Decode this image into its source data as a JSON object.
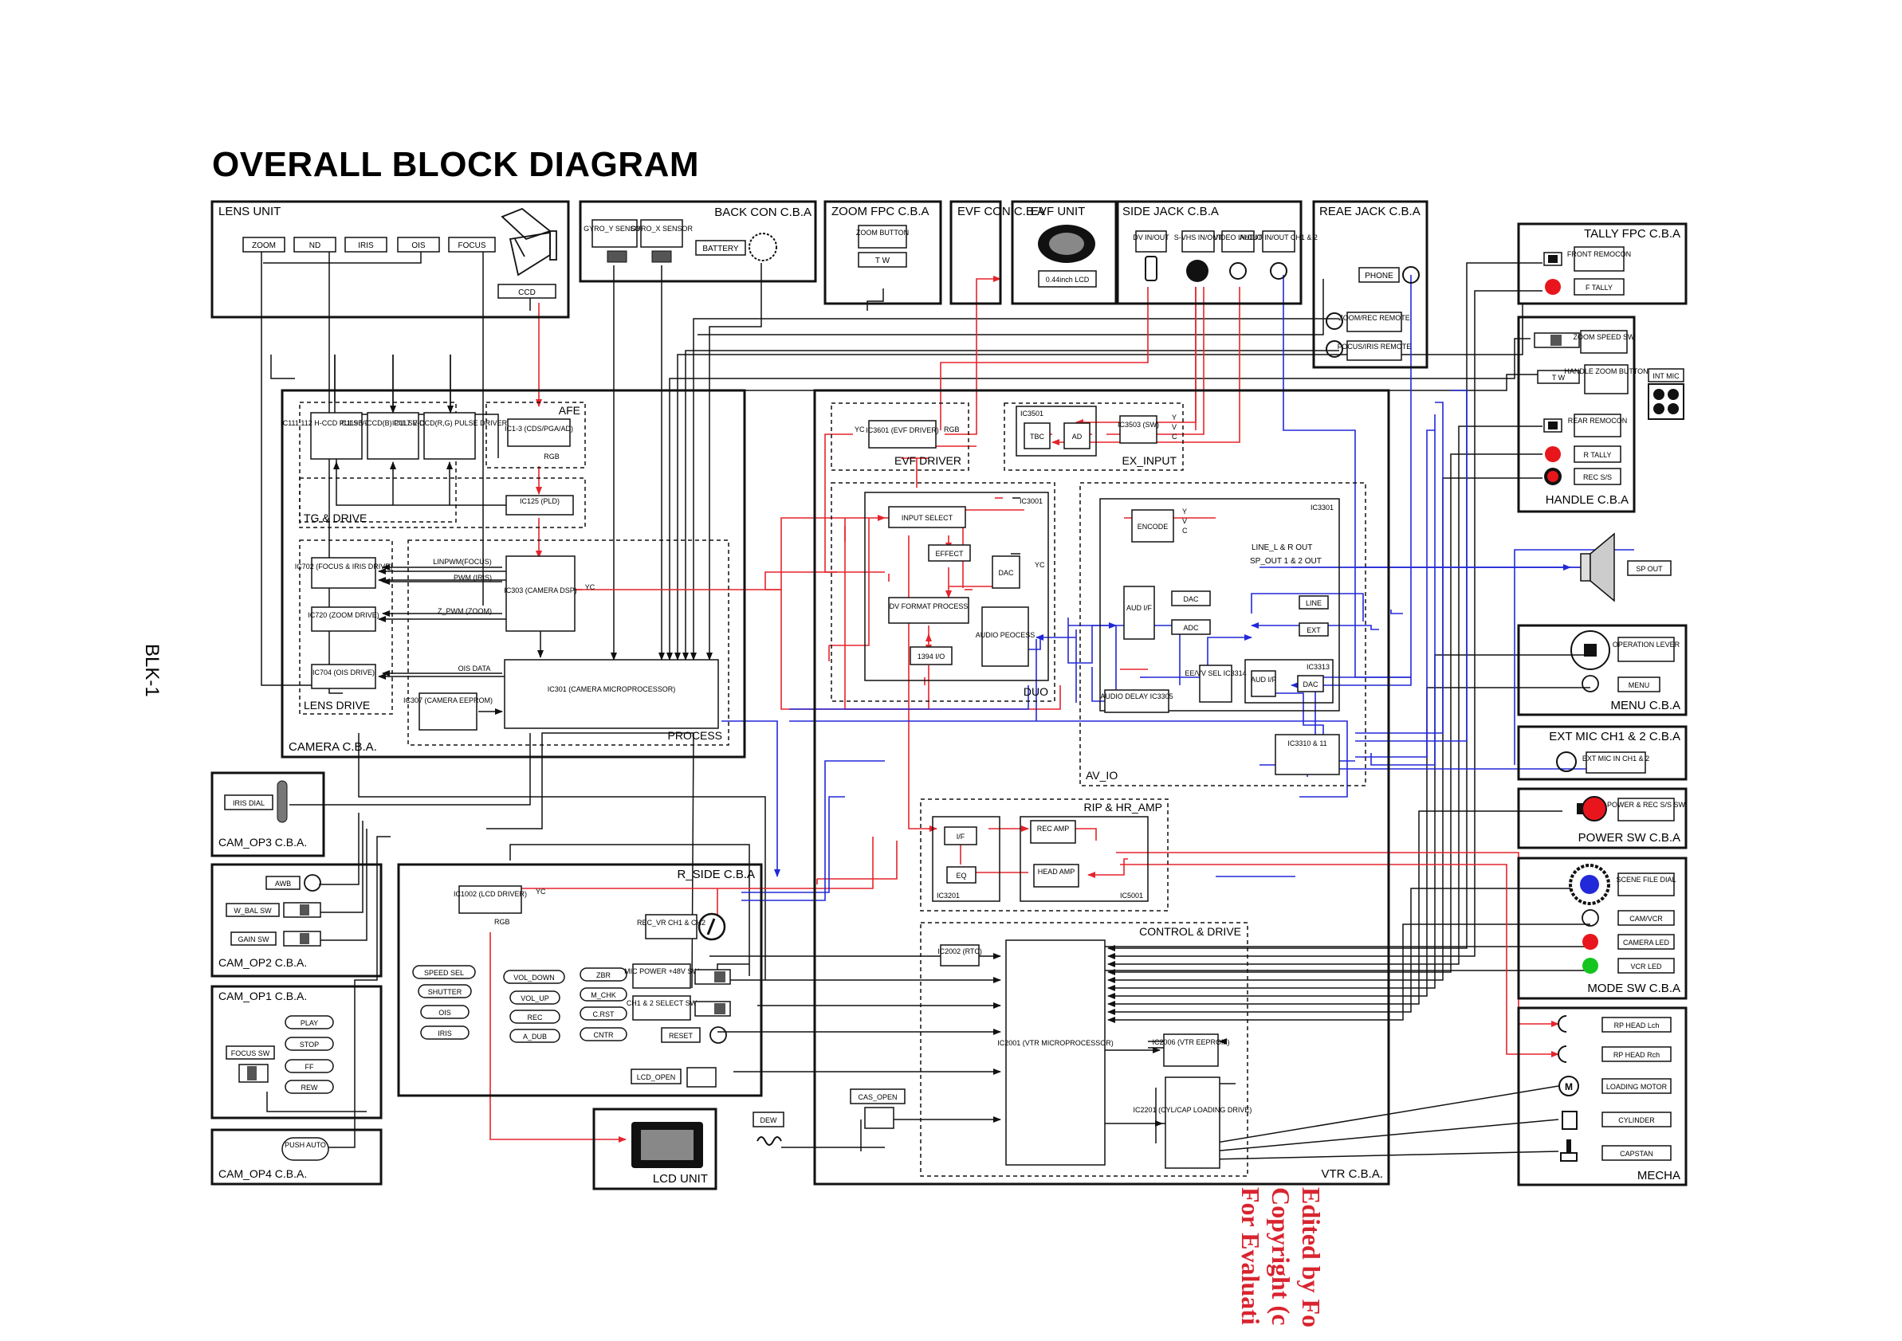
{
  "header": {
    "title": "OVERALL BLOCK DIAGRAM",
    "page_id": "BLK-1"
  },
  "watermark": {
    "lines": [
      "Edited by Fo",
      "Copyright (c",
      "For Evaluati"
    ]
  },
  "colors": {
    "signal_red": "#e5242b",
    "signal_blue": "#2229d8",
    "line_black": "#111111",
    "led_red": "#e8161c",
    "led_green": "#15c41f"
  },
  "boards": {
    "lens_unit": "LENS UNIT",
    "back_con": "BACK CON C.B.A",
    "zoom_fpc": "ZOOM FPC C.B.A",
    "evf_con": "EVF CON C.B.A",
    "evf_unit": "EVF UNIT",
    "side_jack": "SIDE JACK C.B.A",
    "reae_jack": "REAE JACK C.B.A",
    "tally_fpc": "TALLY FPC C.B.A",
    "handle": "HANDLE C.B.A",
    "camera": "CAMERA C.B.A.",
    "vtr": "VTR C.B.A.",
    "menu": "MENU C.B.A",
    "ext_mic": "EXT MIC CH1 & 2 C.B.A",
    "power_sw": "POWER SW C.B.A",
    "mode_sw": "MODE SW C.B.A",
    "mecha": "MECHA",
    "cam_op3": "CAM_OP3 C.B.A.",
    "cam_op2": "CAM_OP2 C.B.A.",
    "cam_op1": "CAM_OP1 C.B.A.",
    "cam_op4": "CAM_OP4 C.B.A.",
    "r_side": "R_SIDE C.B.A",
    "lcd_unit": "LCD UNIT"
  },
  "sections": {
    "afe": "AFE",
    "tg_drive": "TG & DRIVE",
    "lens_drive": "LENS DRIVE",
    "process": "PROCESS",
    "evf_driver": "EVF DRIVER",
    "ex_input": "EX_INPUT",
    "duo": "DUO",
    "av_io": "AV_IO",
    "rip_hr_amp": "RIP & HR_AMP",
    "control_drive": "CONTROL & DRIVE"
  },
  "lens": {
    "zoom": "ZOOM",
    "nd": "ND",
    "iris": "IRIS",
    "ois": "OIS",
    "focus": "FOCUS",
    "ccd": "CCD"
  },
  "backcon": {
    "gyro_y": "GYRO_Y SENSOR",
    "gyro_x": "GYRO_X SENSOR",
    "battery": "BATTERY"
  },
  "zoomfpc": {
    "zoom_button": "ZOOM BUTTON",
    "tw": "T  W"
  },
  "evfunit": {
    "lcd": "0.44inch LCD"
  },
  "sidejack": {
    "dv": "DV IN/OUT",
    "svhs": "S-VHS IN/OUT",
    "video": "VIDEO IN/OUT",
    "audio": "AUDIO IN/OUT CH1 & 2"
  },
  "reaejack": {
    "phone": "PHONE",
    "zoom_rec": "ZOOM/REC REMOTE",
    "focus_iris": "FOCUS/IRIS REMOTE"
  },
  "tally": {
    "front_remocon": "FRONT REMOCON",
    "f_tally": "F TALLY"
  },
  "handle": {
    "zoom_speed": "ZOOM SPEED SW",
    "tw": "T  W",
    "handle_zoom": "HANDLE ZOOM BUTTON",
    "int_mic": "INT MIC",
    "rear_remocon": "REAR REMOCON",
    "r_tally": "R TALLY",
    "rec_ss": "REC S/S"
  },
  "camera": {
    "ic111": "IC111,112 H-CCD PULSE DRIVER",
    "ic119": "IC119 V-CCD(B) PULSE DRIVER",
    "ic117": "IC117 V-CCD(R,G) PULSE DRIVER",
    "ic13": "IC1-3 (CDS/PGA/AD)",
    "rgb": "RGB",
    "ic125": "IC125 (PLD)",
    "ic702": "IC702 (FOCUS & IRIS DRIVE)",
    "ic720": "IC720 (ZOOM DRIVE)",
    "ic704": "IC704 (OIS DRIVE)",
    "ic303": "IC303 (CAMERA DSP)",
    "ic301": "IC301 (CAMERA MICROPROCESSOR)",
    "ic307": "IC307 (CAMERA EEPROM)",
    "linpwm": "LINPWM(FOCUS)",
    "pwm_iris": "PWM (IRIS)",
    "z_pwm": "Z_PWM (ZOOM)",
    "ois_data": "OIS DATA",
    "yc": "YC"
  },
  "vtr": {
    "ic3601": "IC3601 (EVF DRIVER)",
    "yc": "YC",
    "rgb": "RGB",
    "ic3501": "IC3501",
    "tbc": "TBC",
    "ad": "AD",
    "ic3503": "IC3503 (SW)",
    "y": "Y",
    "v": "V",
    "c": "C",
    "ic3001": "IC3001",
    "input_select": "INPUT SELECT",
    "effect": "EFFECT",
    "dac": "DAC",
    "dv_format": "DV FORMAT PROCESS",
    "audio_process": "AUDIO PEOCESS",
    "ic1394": "1394 I/O",
    "ic3301": "IC3301",
    "encode": "ENCODE",
    "line_lr": "LINE_L & R OUT",
    "sp_out12": "SP_OUT 1 & 2 OUT",
    "audio_if": "AUD I/F",
    "adc": "ADC",
    "line": "LINE",
    "ext": "EXT",
    "eevv": "EE/VV SEL IC3314",
    "ic3313": "IC3313",
    "aud_if2": "AUD I/F",
    "audio_delay": "AUDIO DELAY IC3305",
    "ic3310": "IC3310 & 11",
    "if": "I/F",
    "eq": "EQ",
    "ic3201": "IC3201",
    "rec_amp": "REC AMP",
    "head_amp": "HEAD AMP",
    "ic5001": "IC5001",
    "ic2002": "IC2002 (RTC)",
    "ic2001": "IC2001 (VTR MICROPROCESSOR)",
    "ic2006": "IC2006 (VTR EEPROM)",
    "ic2201": "IC2201 (CYL/CAP LOADING DRIVE)"
  },
  "rside": {
    "ic1002": "IC1002 (LCD DRIVER)",
    "rgb": "RGB",
    "yc": "YC",
    "rec_vr": "REC_VR CH1 & CH2",
    "speed_sel": "SPEED SEL",
    "shutter": "SHUTTER",
    "ois": "OIS",
    "iris": "IRIS",
    "vol_down": "VOL_DOWN",
    "vol_up": "VOL_UP",
    "rec": "REC",
    "a_dub": "A_DUB",
    "zbr": "ZBR",
    "m_chk": "M_CHK",
    "c_rst": "C.RST",
    "cntr": "CNTR",
    "mic_power": "MIC POWER +48V SW",
    "ch12": "CH1 & 2 SELECT SW",
    "reset": "RESET",
    "lcd_open": "LCD_OPEN",
    "cas_open": "CAS_OPEN",
    "dew": "DEW"
  },
  "camop": {
    "iris_dial": "IRIS DIAL",
    "awb": "AWB",
    "w_bal": "W_BAL SW",
    "gain": "GAIN SW",
    "focus_sw": "FOCUS SW",
    "play": "PLAY",
    "stop": "STOP",
    "ff": "FF",
    "rew": "REW",
    "push_auto": "PUSH AUTO"
  },
  "right": {
    "sp_out": "SP OUT",
    "operation_lever": "OPERATION LEVER",
    "menu": "MENU",
    "ext_mic_in": "EXT MIC IN CH1 & 2",
    "power_rec": "POWER & REC S/S SW",
    "scene_file": "SCENE FILE DIAL",
    "cam_vcr": "CAM/VCR",
    "camera_led": "CAMERA LED",
    "vcr_led": "VCR LED",
    "rp_lch": "RP HEAD Lch",
    "rp_rch": "RP HEAD Rch",
    "loading_motor": "LOADING MOTOR",
    "cylinder": "CYLINDER",
    "capstan": "CAPSTAN"
  }
}
